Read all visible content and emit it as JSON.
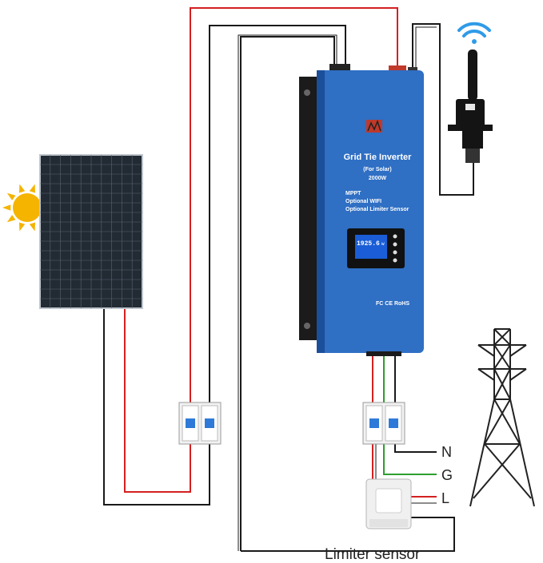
{
  "colors": {
    "background": "#ffffff",
    "wire_red": "#d42020",
    "wire_black": "#1a1a1a",
    "wire_green": "#2e9e2e",
    "inverter_blue": "#2f6fc4",
    "inverter_dark": "#1c4f9a",
    "sun": "#f4b400",
    "wifi": "#2f9be8",
    "tower": "#222222"
  },
  "icons": [
    "sun-icon",
    "wifi-icon",
    "transmission-tower-icon",
    "solar-panel-icon",
    "wifi-dongle-icon",
    "circuit-breaker-icon",
    "current-sensor-icon",
    "brand-logo-icon"
  ],
  "inverter": {
    "title": "Grid Tie Inverter",
    "subtitle": "(For Solar)",
    "power": "2000W",
    "features": [
      "MPPT",
      "Optional WIFI",
      "Optional Limiter Sensor"
    ],
    "display_value": "1925.6",
    "display_unit": "w",
    "certifications": "FC CE RoHS"
  },
  "grid_labels": {
    "neutral": "N",
    "ground": "G",
    "line": "L"
  },
  "sensor_label": "Limiter sensor"
}
